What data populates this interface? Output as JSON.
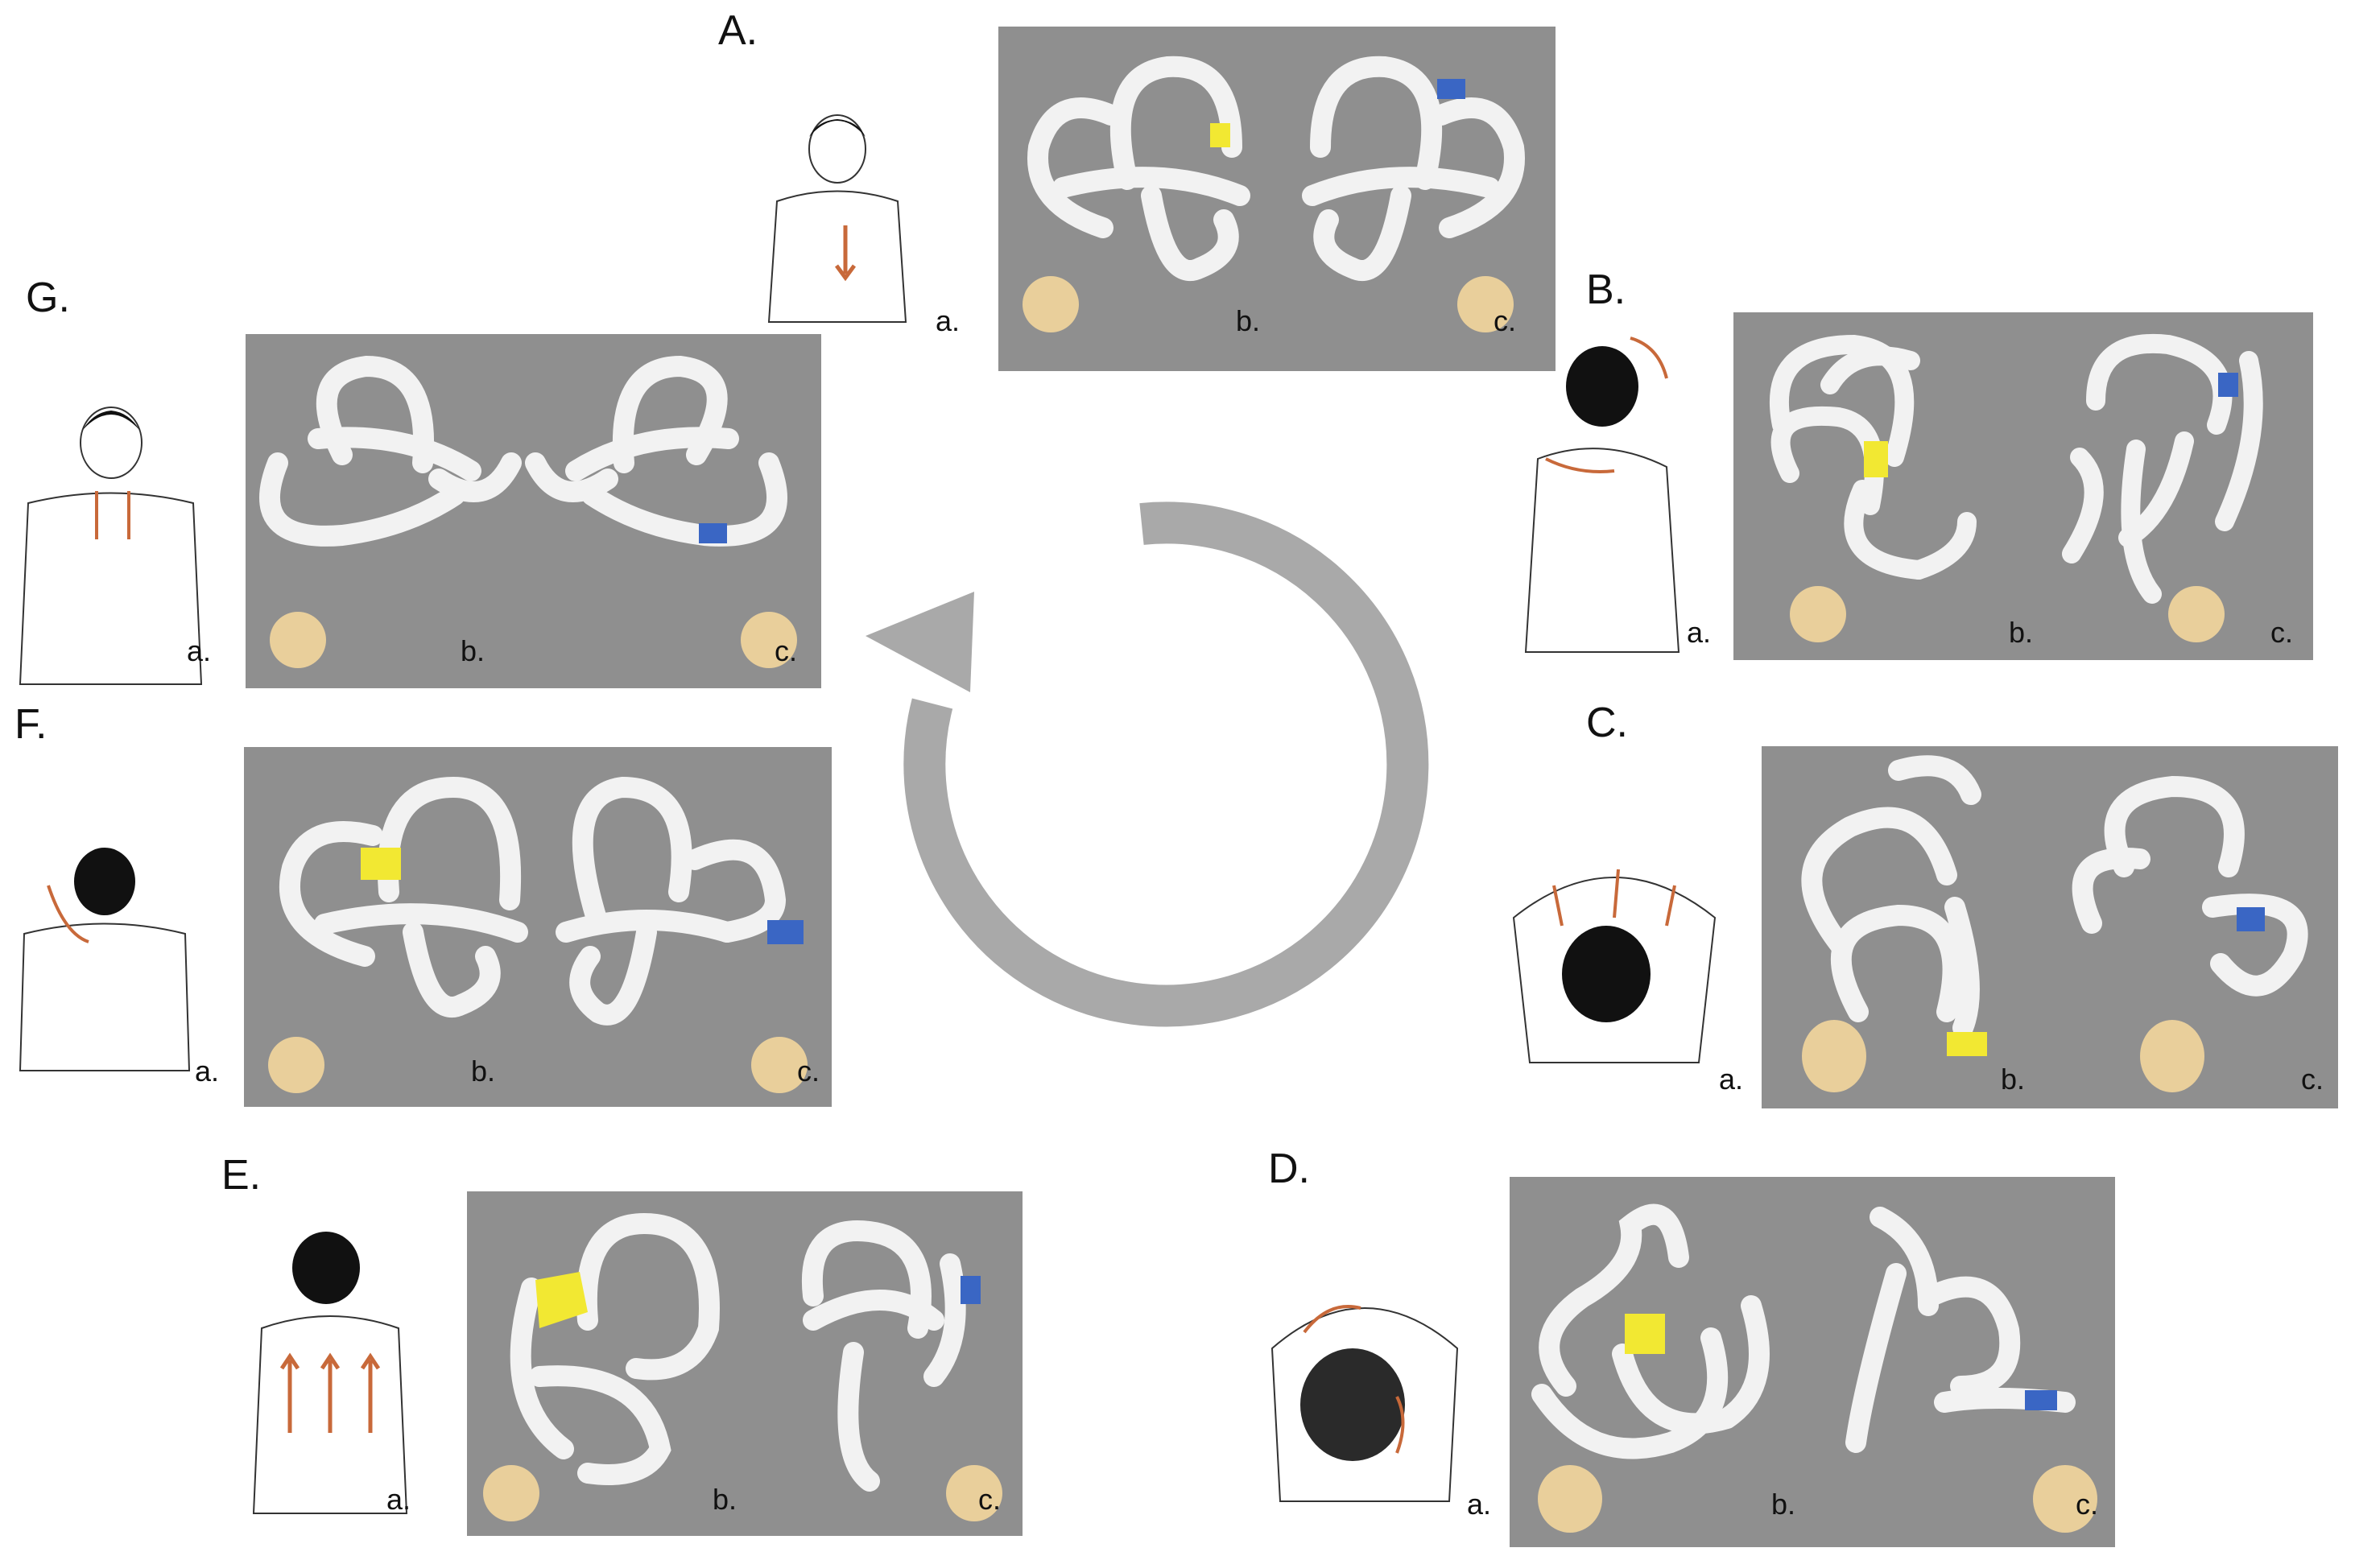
{
  "steps": [
    {
      "letter": "A.",
      "a": "a.",
      "b": "b.",
      "c": "c."
    },
    {
      "letter": "B.",
      "a": "a.",
      "b": "b.",
      "c": "c."
    },
    {
      "letter": "C.",
      "a": "a.",
      "b": "b.",
      "c": "c."
    },
    {
      "letter": "D.",
      "a": "a.",
      "b": "b.",
      "c": "c."
    },
    {
      "letter": "E.",
      "a": "a.",
      "b": "b.",
      "c": "c."
    },
    {
      "letter": "F.",
      "a": "a.",
      "b": "b.",
      "c": "c."
    },
    {
      "letter": "G.",
      "a": "a.",
      "b": "b.",
      "c": "c."
    }
  ],
  "colors": {
    "panel_bg": "#8f8f8f",
    "canal": "#f2f2f2",
    "canal_shadow": "#d6d6d6",
    "otolith_posterior": "#f2e832",
    "otolith_lateral": "#3a66c4",
    "motion_arrow": "#c8693a",
    "cycle_arrow": "#a9a9a9",
    "head_skin": "#e9cf9b",
    "hair": "#111111"
  },
  "icons": [
    "inner-ear-canal-icon",
    "head-orientation-icon",
    "motion-arrow-icon",
    "cycle-arrow-icon",
    "person-figure-icon"
  ]
}
